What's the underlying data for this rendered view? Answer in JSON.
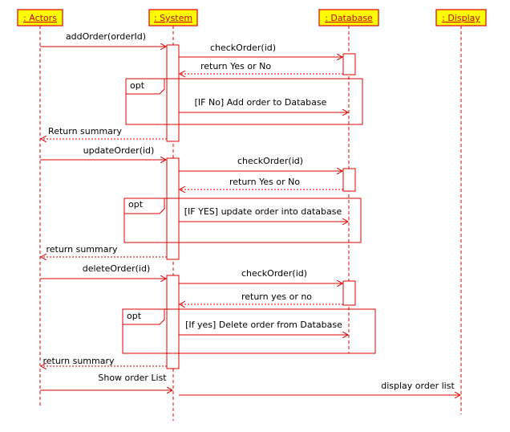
{
  "diagram": {
    "participants": [
      {
        "name": ": Actors"
      },
      {
        "name": ": System"
      },
      {
        "name": ": Database"
      },
      {
        "name": ": Display"
      }
    ],
    "messages": [
      {
        "text": "addOrder(orderId)"
      },
      {
        "text": "checkOrder(id)"
      },
      {
        "text": "return Yes or No"
      },
      {
        "text": "[IF No] Add order to Database"
      },
      {
        "text": "Return summary"
      },
      {
        "text": "updateOrder(id)"
      },
      {
        "text": "checkOrder(id)"
      },
      {
        "text": "return Yes or No"
      },
      {
        "text": "[IF YES] update order into database"
      },
      {
        "text": "return summary"
      },
      {
        "text": "deleteOrder(id)"
      },
      {
        "text": "checkOrder(id)"
      },
      {
        "text": "return yes or no"
      },
      {
        "text": "[If yes] Delete order from Database"
      },
      {
        "text": "return summary"
      },
      {
        "text": "Show order List"
      },
      {
        "text": "display order list"
      }
    ],
    "fragments": [
      {
        "label": "opt"
      },
      {
        "label": "opt"
      },
      {
        "label": "opt"
      }
    ],
    "colors": {
      "line": "#dd0000",
      "header_fill": "#ffff00",
      "header_text": "#cc0000"
    }
  }
}
